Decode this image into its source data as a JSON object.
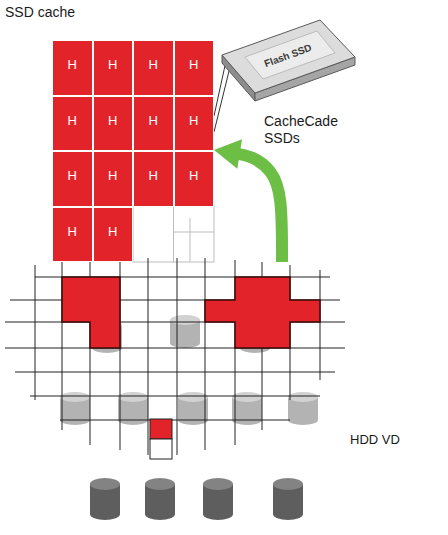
{
  "diagram": {
    "nodes": [
      {
        "text": [
          "SSD cache"
        ]
      },
      {
        "text": [
          "H"
        ],
        "in": 0
      },
      {
        "text": [
          "H"
        ],
        "in": 0
      },
      {
        "text": [
          "H"
        ],
        "in": 0
      },
      {
        "text": [
          "H"
        ],
        "in": 0
      },
      {
        "text": [
          "H"
        ],
        "in": 0
      },
      {
        "text": [
          "H"
        ],
        "in": 0
      },
      {
        "text": [
          "H"
        ],
        "in": 0
      },
      {
        "text": [
          "H"
        ],
        "in": 0
      },
      {
        "text": [
          "H"
        ],
        "in": 0
      },
      {
        "text": [
          "H"
        ],
        "in": 0
      },
      {
        "text": [
          "H"
        ],
        "in": 0
      },
      {
        "text": [
          "H"
        ],
        "in": 0
      },
      {
        "text": [
          "H"
        ],
        "in": 0
      },
      {
        "text": [
          "H"
        ],
        "in": 0
      },
      {
        "text": [
          "Flash SSD"
        ]
      },
      {
        "text": [
          "HDD VD"
        ]
      }
    ],
    "edges": [
      {
        "from": 16,
        "to": 0,
        "arrow": "to"
      }
    ],
    "labels": [
      "CacheCade SSDs"
    ]
  }
}
